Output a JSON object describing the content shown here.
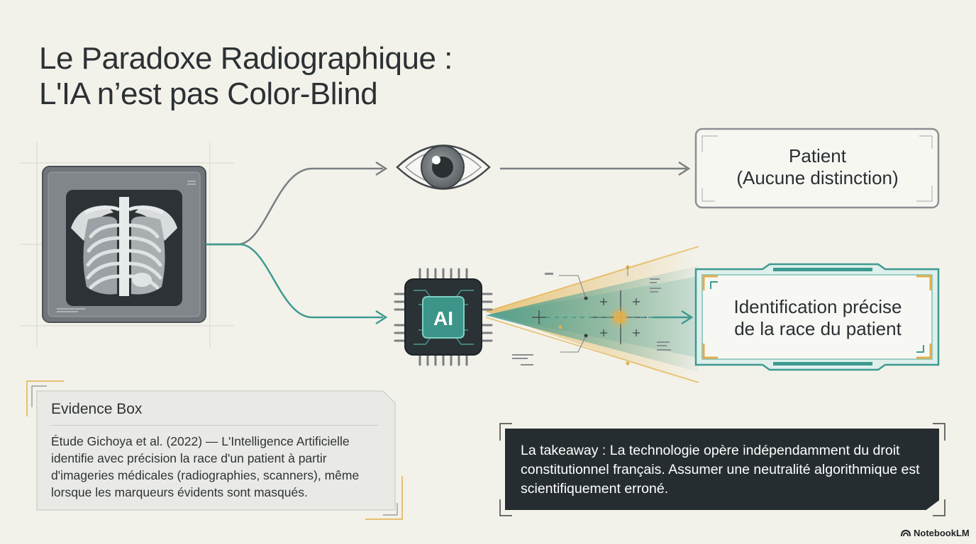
{
  "title": {
    "line1": "Le Paradoxe Radiographique :",
    "line2": "L'IA n’est pas Color-Blind"
  },
  "diagram": {
    "ai_chip_label": "AI",
    "patient_box": {
      "line1": "Patient",
      "line2": "(Aucune distinction)"
    },
    "identification_box": {
      "line1": "Identification précise",
      "line2": "de la race du patient"
    }
  },
  "evidence": {
    "title": "Evidence Box",
    "body": "Étude Gichoya et al. (2022) — L'Intelligence Artificielle identifie avec précision la race d'un patient à partir d'imageries médicales (radiographies, scanners), même lorsque les marqueurs évidents sont masqués."
  },
  "takeaway": {
    "text": "La takeaway : La technologie opère indépendamment du droit constitutionnel français. Assumer une neutralité algorithmique est scientifiquement erroné."
  },
  "brand": "NotebookLM",
  "colors": {
    "background": "#f3f2ea",
    "teal": "#3e9a8f",
    "gold": "#e3b04b",
    "grey_line": "#7b7f82",
    "dark_panel": "#262d31"
  }
}
